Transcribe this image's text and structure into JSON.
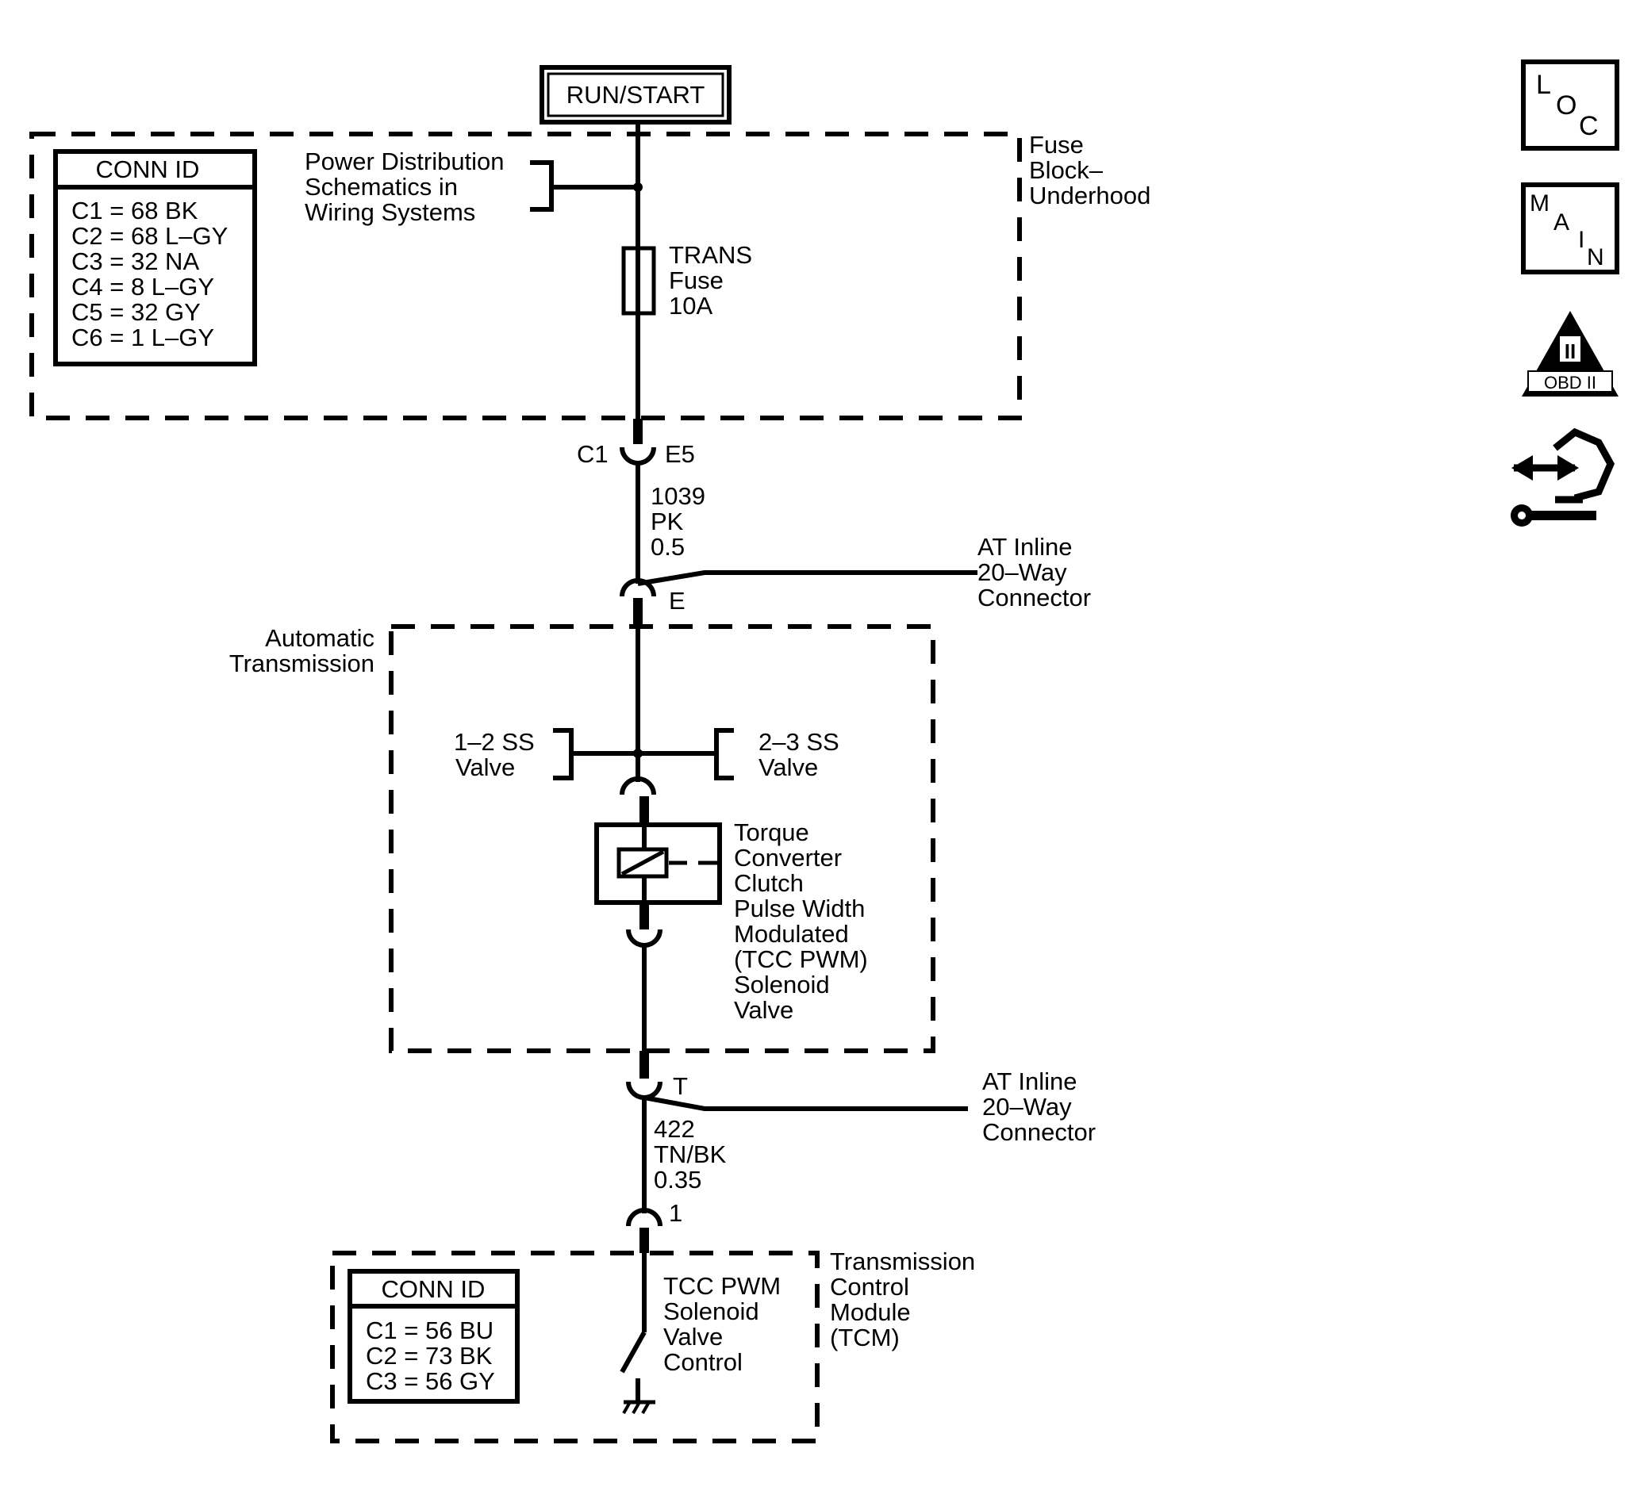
{
  "power_source": "RUN/START",
  "fuse_block": {
    "label": [
      "Fuse",
      "Block–",
      "Underhood"
    ],
    "conn_id": {
      "title": "CONN ID",
      "rows": [
        "C1 = 68 BK",
        "C2 = 68 L–GY",
        "C3 = 32 NA",
        "C4 = 8 L–GY",
        "C5 = 32 GY",
        "C6 = 1 L–GY"
      ]
    },
    "power_distribution_ref": [
      "Power Distribution",
      "Schematics in",
      "Wiring Systems"
    ],
    "fuse": [
      "TRANS",
      "Fuse",
      "10A"
    ]
  },
  "connector_c1": {
    "connector": "C1",
    "pin": "E5"
  },
  "wire_1": {
    "circuit": "1039",
    "color": "PK",
    "size": "0.5"
  },
  "inline_connector_top": {
    "label": [
      "AT Inline",
      "20–Way",
      "Connector"
    ],
    "pin": "E"
  },
  "automatic_transmission": {
    "label": [
      "Automatic",
      "Transmission"
    ],
    "valve_left": [
      "1–2 SS",
      "Valve"
    ],
    "valve_right": [
      "2–3 SS",
      "Valve"
    ],
    "tcc_solenoid": [
      "Torque",
      "Converter",
      "Clutch",
      "Pulse Width",
      "Modulated",
      "(TCC PWM)",
      "Solenoid",
      "Valve"
    ]
  },
  "inline_connector_bottom": {
    "label": [
      "AT Inline",
      "20–Way",
      "Connector"
    ],
    "pin": "T"
  },
  "wire_2": {
    "circuit": "422",
    "color": "TN/BK",
    "size": "0.35"
  },
  "tcm": {
    "pin": "1",
    "label": [
      "Transmission",
      "Control",
      "Module",
      "(TCM)"
    ],
    "conn_id": {
      "title": "CONN ID",
      "rows": [
        "C1 = 56 BU",
        "C2 = 73 BK",
        "C3 = 56 GY"
      ]
    },
    "control_label": [
      "TCC PWM",
      "Solenoid",
      "Valve",
      "Control"
    ]
  },
  "side_icons": {
    "loc": [
      "L",
      "O",
      "C"
    ],
    "main": [
      "M",
      "A",
      "I",
      "N"
    ],
    "obd": [
      "II",
      "OBD II"
    ]
  }
}
